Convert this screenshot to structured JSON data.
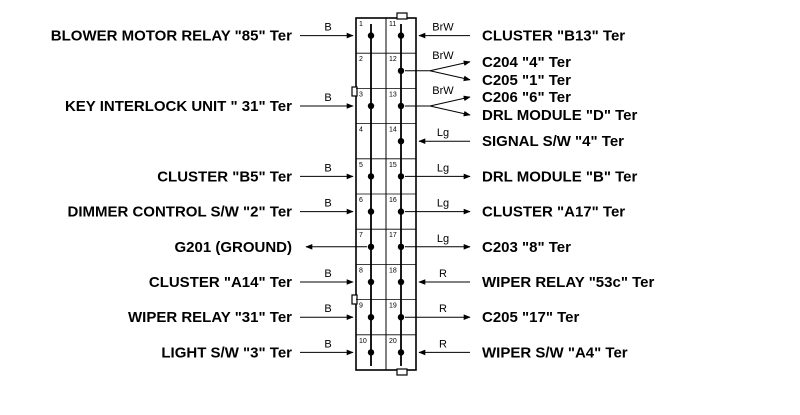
{
  "left_rows": [
    {
      "pin": "1",
      "label": "BLOWER MOTOR RELAY \"85\" Ter",
      "color": "B",
      "dir": "in"
    },
    {
      "pin": "3",
      "label": "KEY INTERLOCK UNIT \" 31\" Ter",
      "color": "B",
      "dir": "in"
    },
    {
      "pin": "5",
      "label": "CLUSTER \"B5\" Ter",
      "color": "B",
      "dir": "in"
    },
    {
      "pin": "6",
      "label": "DIMMER CONTROL S/W \"2\" Ter",
      "color": "B",
      "dir": "in"
    },
    {
      "pin": "7",
      "label": "G201 (GROUND)",
      "color": "",
      "dir": "out"
    },
    {
      "pin": "8",
      "label": "CLUSTER \"A14\" Ter",
      "color": "B",
      "dir": "in"
    },
    {
      "pin": "9",
      "label": "WIPER RELAY \"31\" Ter",
      "color": "B",
      "dir": "in"
    },
    {
      "pin": "10",
      "label": "LIGHT S/W \"3\" Ter",
      "color": "B",
      "dir": "in"
    }
  ],
  "right_rows": [
    {
      "pin": "11",
      "labels": [
        "CLUSTER \"B13\" Ter"
      ],
      "color": "BrW",
      "dir": "in"
    },
    {
      "pin": "12",
      "labels": [
        "C204 \"4\" Ter",
        "C205 \"1\" Ter"
      ],
      "color": "BrW",
      "dir": "out"
    },
    {
      "pin": "13",
      "labels": [
        "C206 \"6\" Ter",
        "DRL MODULE \"D\" Ter"
      ],
      "color": "BrW",
      "dir": "out"
    },
    {
      "pin": "14",
      "labels": [
        "SIGNAL S/W \"4\" Ter"
      ],
      "color": "Lg",
      "dir": "in"
    },
    {
      "pin": "15",
      "labels": [
        "DRL MODULE \"B\" Ter"
      ],
      "color": "Lg",
      "dir": "out"
    },
    {
      "pin": "16",
      "labels": [
        "CLUSTER \"A17\" Ter"
      ],
      "color": "Lg",
      "dir": "out"
    },
    {
      "pin": "17",
      "labels": [
        "C203 \"8\" Ter"
      ],
      "color": "Lg",
      "dir": "out"
    },
    {
      "pin": "18",
      "labels": [
        "WIPER RELAY \"53c\" Ter"
      ],
      "color": "R",
      "dir": "in"
    },
    {
      "pin": "19",
      "labels": [
        "C205 \"17\" Ter"
      ],
      "color": "R",
      "dir": "out"
    },
    {
      "pin": "20",
      "labels": [
        "WIPER S/W \"A4\" Ter"
      ],
      "color": "R",
      "dir": "in"
    }
  ]
}
